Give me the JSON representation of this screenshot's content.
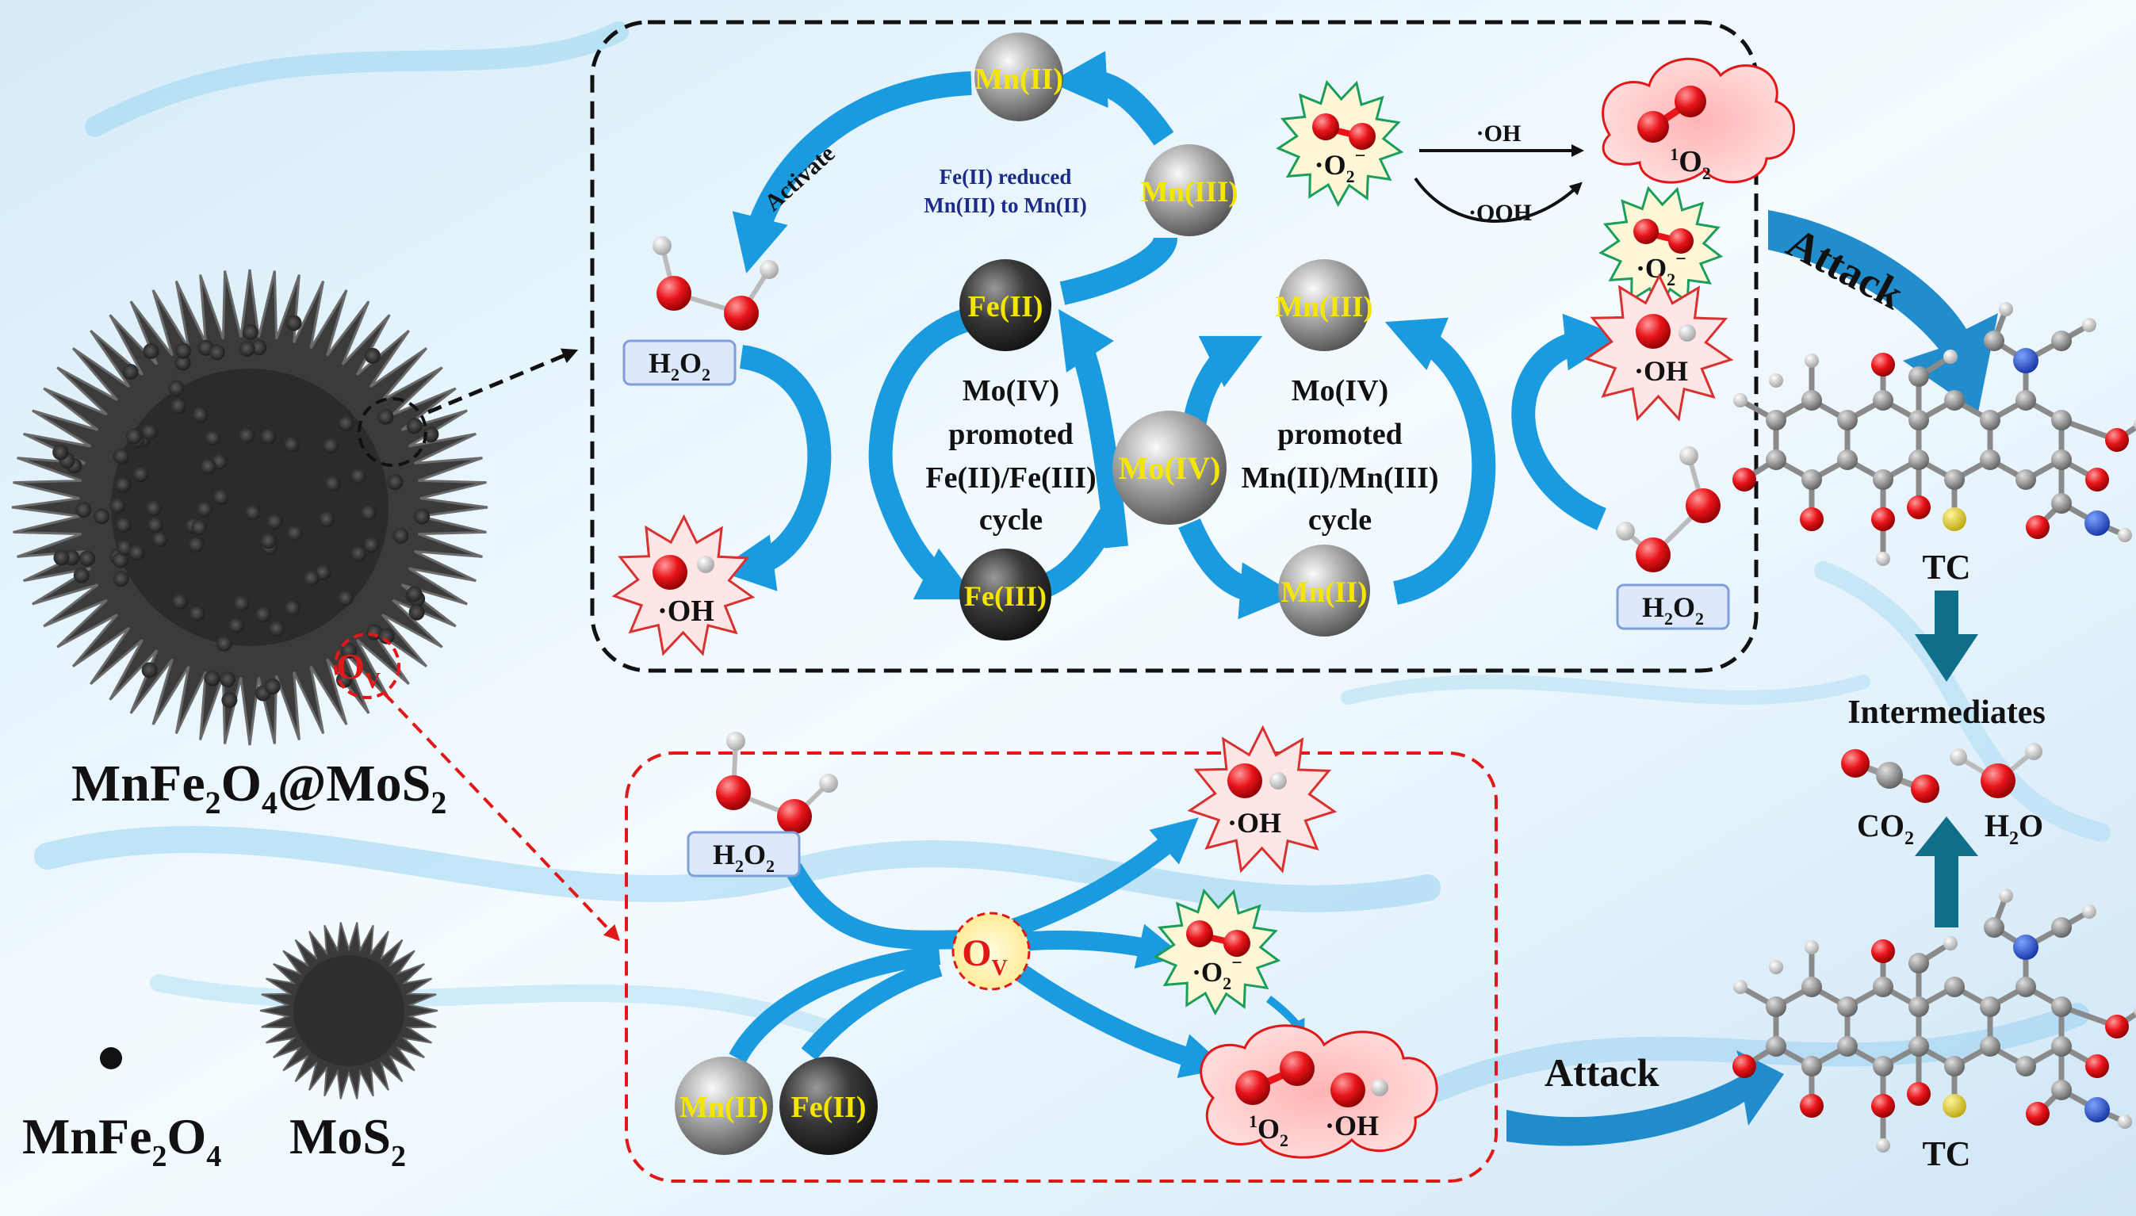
{
  "materials": {
    "composite": {
      "main": "MnFe",
      "s1": "2",
      "mid": "O",
      "s2": "4",
      "tail": "@MoS",
      "s3": "2"
    },
    "mnfe2o4": {
      "main": "MnFe",
      "s1": "2",
      "mid": "O",
      "s2": "4"
    },
    "mos2": {
      "main": "MoS",
      "s1": "2"
    },
    "vacancy": {
      "main": "O",
      "sub": "V"
    }
  },
  "species": {
    "h2o2": {
      "main": "H",
      "s1": "2",
      "mid": "O",
      "s2": "2"
    },
    "oh": "·OH",
    "superoxide": {
      "main": "·O",
      "sub": "2",
      "sup": "−"
    },
    "singlet": {
      "sup": "1",
      "main": "O",
      "sub": "2"
    },
    "oh_small": "·OH",
    "ooh_small": "·OOH",
    "co2": {
      "main": "CO",
      "sub": "2"
    },
    "h2o": {
      "main": "H",
      "sub": "2",
      "tail": "O"
    }
  },
  "ions": {
    "mn2": "Mn(II)",
    "mn3": "Mn(III)",
    "fe2": "Fe(II)",
    "fe3": "Fe(III)",
    "mo4": "Mo(IV)"
  },
  "labels": {
    "activate": "Activate",
    "fe_reduced_1": "Fe(II) reduced",
    "fe_reduced_2": "Mn(III) to Mn(II)",
    "cycle_fe": [
      "Mo(IV)",
      "promoted",
      "Fe(II)/Fe(III)",
      "cycle"
    ],
    "cycle_mn": [
      "Mo(IV)",
      "promoted",
      "Mn(II)/Mn(III)",
      "cycle"
    ],
    "attack": "Attack",
    "tc": "TC",
    "intermediates": "Intermediates"
  },
  "colors": {
    "ion_text": "#f5e600",
    "arrow_blue": "#1a9be0",
    "black_box": "#111111",
    "red_box": "#e01818",
    "oxygen_atom": "#e8141a",
    "label_box": "#dde8fb",
    "label_box_border": "#7f9fd8",
    "radical_star": "#d93030",
    "superoxide_star": "#1c9e5a",
    "attack_arrow": "#1687c9",
    "teal_arrow": "#0f6f8a"
  }
}
